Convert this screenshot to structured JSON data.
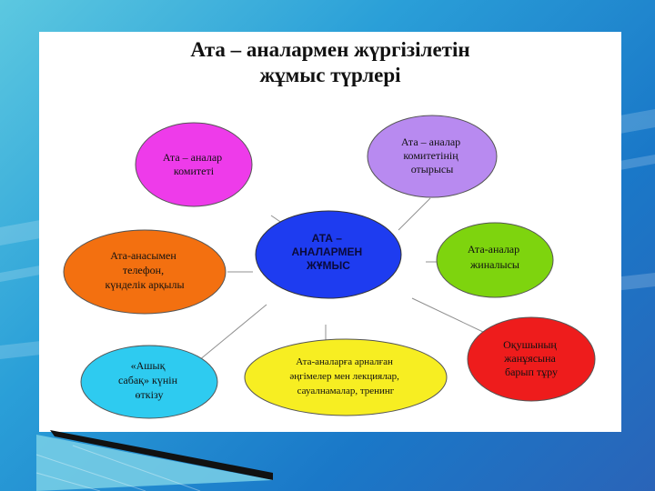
{
  "title": {
    "line1": "Ата – аналармен жүргізілетін",
    "line2": "жұмыс түрлері"
  },
  "center_node": {
    "lines": [
      "АТА –",
      "АНАЛАРМЕН",
      "ЖҰМЫС"
    ],
    "color": "#1e3cf0"
  },
  "nodes": [
    {
      "id": "komitet",
      "lines": [
        "Ата – аналар",
        "комитеті"
      ],
      "color": "#ee3bea"
    },
    {
      "id": "komitet-otyrysy",
      "lines": [
        "Ата – аналар",
        "комитетінің",
        "отырысы"
      ],
      "color": "#b88af0"
    },
    {
      "id": "zhinalysy",
      "lines": [
        "Ата-аналар",
        "жиналысы"
      ],
      "color": "#7ed40e"
    },
    {
      "id": "okushynyn",
      "lines": [
        "Оқушының",
        "жанұясына",
        "барып тұру"
      ],
      "color": "#ee1c1c"
    },
    {
      "id": "angimeler",
      "lines": [
        "Ата-аналарға арналған",
        "әңгімелер мен лекциялар,",
        "сауалнамалар, тренинг"
      ],
      "color": "#f7ee22"
    },
    {
      "id": "ashyk-sabak",
      "lines": [
        "«Ашық",
        "сабақ» күнін",
        "өткізу"
      ],
      "color": "#2ecbf0"
    },
    {
      "id": "telefon",
      "lines": [
        "Ата-анасымен",
        "телефон,",
        "күнделік арқылы"
      ],
      "color": "#f37010"
    }
  ],
  "colors": {
    "background_start": "#5cc8e0",
    "background_end": "#1a78c8",
    "panel": "#ffffff",
    "connector": "#909090"
  }
}
